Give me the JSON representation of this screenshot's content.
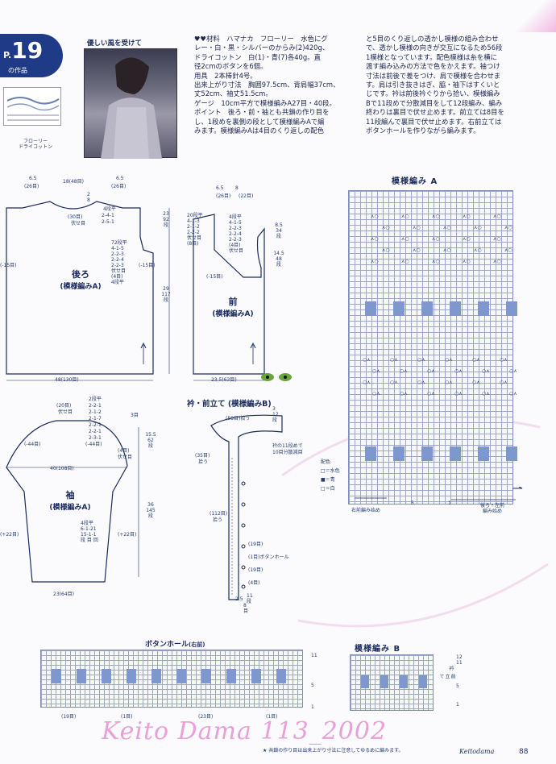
{
  "header": {
    "pattern_prefix": "P.",
    "pattern_number": "19",
    "pattern_suffix": "の作品",
    "caption": "優しい風を受けて",
    "yarn_caption": "フローリー\nドライコットン"
  },
  "materials": {
    "col1": [
      "♥♥材料　ハマナカ　フローリー　水色にグ",
      "レー・白・黒・シルバーのからみ(2)420g、",
      "ドライコットン　白(1)・青(7)各40g。直",
      "径2cmのボタンを6個。",
      "用具　2本棒針4号。",
      "出来上がり寸法　胸囲97.5cm、背肩幅37cm、",
      "丈52cm、袖丈51.5cm。",
      "ゲージ　10cm平方で模様編みA27目・40段。",
      "ポイント　後ろ・前・袖とも共鎖の作り目を",
      "し、1段めを裏側の段として模様編みAで編",
      "みます。模様編みAは4目のくり返しの配色"
    ],
    "col2": [
      "と5目のくり返しの透かし模様の組み合わせ",
      "で、透かし模様の向きが交互になるため56段",
      "1模様となっています。配色模様は糸を横に",
      "渡す編み込みの方法で色をかえます。袖つけ",
      "寸法は前後で差をつけ、肩で模様を合わせま",
      "す。肩は引き抜きはぎ、脇・袖下はすくいと",
      "じです。衿は前後衿ぐりから拾い、模様編み",
      "Bで11段めで分散減目をして12段編み、編み",
      "終わりは裏目で伏せ止めます。前立ては8目を",
      "11段編んで裏目で伏せ止めます。右前立ては",
      "ボタンホールを作りながら編みます。"
    ]
  },
  "back": {
    "title": "後ろ",
    "subtitle": "(模様編みA)",
    "top_dims": [
      "6.5",
      "18(48目)",
      "6.5",
      "(26目)",
      "(26目)"
    ],
    "neck": [
      "2",
      "8",
      "(30目)",
      "伏せ目",
      "4段平",
      "2-4-1",
      "2-5-1"
    ],
    "armhole": [
      "72段平",
      "4-1-5",
      "2-2-3",
      "2-2-4",
      "2-2-3",
      "伏せ目",
      "(4目)",
      "4段平"
    ],
    "side_left": "(-15目)",
    "side_right": "(-15目)",
    "heights": [
      "23",
      "92",
      "段",
      "29",
      "117",
      "段"
    ],
    "width": "48(130目)"
  },
  "front": {
    "title": "前",
    "subtitle": "(模様編みA)",
    "top_dims": [
      "6.5",
      "8",
      "(26目)",
      "(22目)"
    ],
    "neck": [
      "20段平",
      "4-1-3",
      "2-1-2",
      "2-2-2",
      "伏せ目",
      "(8目)"
    ],
    "armhole": [
      "4段平",
      "4-1-5",
      "2-2-3",
      "2-2-4",
      "2-2-3",
      "(4目)",
      "伏せ目"
    ],
    "right": [
      "8.5",
      "34",
      "段",
      "14.5",
      "48",
      "段"
    ],
    "side": "(-15目)",
    "width": "23.5(63目)"
  },
  "collar": {
    "title": "衿・前立て",
    "subtitle": "(模様編みB)",
    "notes": [
      "(58目)拾う",
      "3",
      "12",
      "段",
      "(35目)",
      "拾う",
      "衿の11段めで",
      "10目分散減目",
      "(112目)",
      "拾う",
      "(19目)",
      "(1目)ボタンホール",
      "(19目)",
      "(4目)",
      "2.5",
      "11",
      "段",
      "8",
      "目"
    ]
  },
  "sleeve": {
    "title": "袖",
    "subtitle": "(模様編みA)",
    "top": [
      "(20目)",
      "伏せ目",
      "2段平",
      "2-2-1",
      "2-1-2",
      "2-1-7",
      "2-2-1",
      "2-2-1",
      "2-3-1",
      "伏せ目",
      "(4目)",
      "3目"
    ],
    "dims": [
      "15.5",
      "62",
      "段",
      "36",
      "145",
      "段"
    ],
    "sides": [
      "(-44目)",
      "(-44目)",
      "(+22目)",
      "(+22目)"
    ],
    "inc": [
      "4段平",
      "6-1-21",
      "15-1-1",
      "段 目 回"
    ],
    "top_width": "40(108目)",
    "bottom_width": "23(64目)"
  },
  "pattern_a": {
    "title": "模様編み A",
    "legend_title": "配色",
    "legend": [
      "□＝水色",
      "■＝青",
      "□＝白"
    ],
    "start_right": "右前編み始め",
    "start_back": "後ろ・左前",
    "start_back2": "編み始め",
    "repeat": "5",
    "numbers": [
      "1"
    ]
  },
  "buttonhole": {
    "title": "ボタンホール",
    "subtitle": "(右前)",
    "bottom": [
      "(19目)",
      "(1目)",
      "(23目)",
      "(1目)"
    ],
    "rows": [
      "11",
      "5",
      "1"
    ]
  },
  "pattern_b": {
    "title": "模様編み B",
    "side": [
      "前立て",
      "衿"
    ],
    "rows": [
      "12",
      "11",
      "5",
      "1"
    ]
  },
  "footer": {
    "watermark": "Keito Dama 113_2002",
    "note": "★ 共鎖の作り目は出来上がり寸法に注意してゆるめに編みます。",
    "brand": "Keitodama",
    "page": "88"
  },
  "colors": {
    "navy": "#1b2b5e",
    "blue_cell": "#7f97cf",
    "pink": "#e896d4"
  }
}
